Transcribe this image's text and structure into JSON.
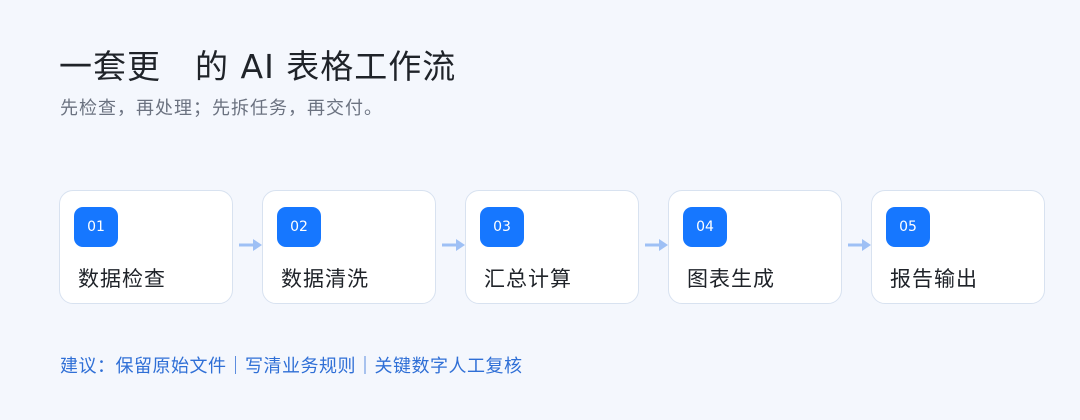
{
  "header": {
    "title": "一套更　的 AI 表格工作流",
    "subtitle": "先检查，再处理；先拆任务，再交付。"
  },
  "steps": [
    {
      "number": "01",
      "label": "数据检查"
    },
    {
      "number": "02",
      "label": "数据清洗"
    },
    {
      "number": "03",
      "label": "汇总计算"
    },
    {
      "number": "04",
      "label": "图表生成"
    },
    {
      "number": "05",
      "label": "报告输出"
    }
  ],
  "footer": {
    "tips": "建议：保留原始文件｜写清业务规则｜关键数字人工复核"
  },
  "colors": {
    "accent": "#1677ff",
    "arrow": "#9ec0f5",
    "card_border": "#d8e2f0",
    "background": "#f4f7fd",
    "tips_text": "#2f6fd6"
  }
}
